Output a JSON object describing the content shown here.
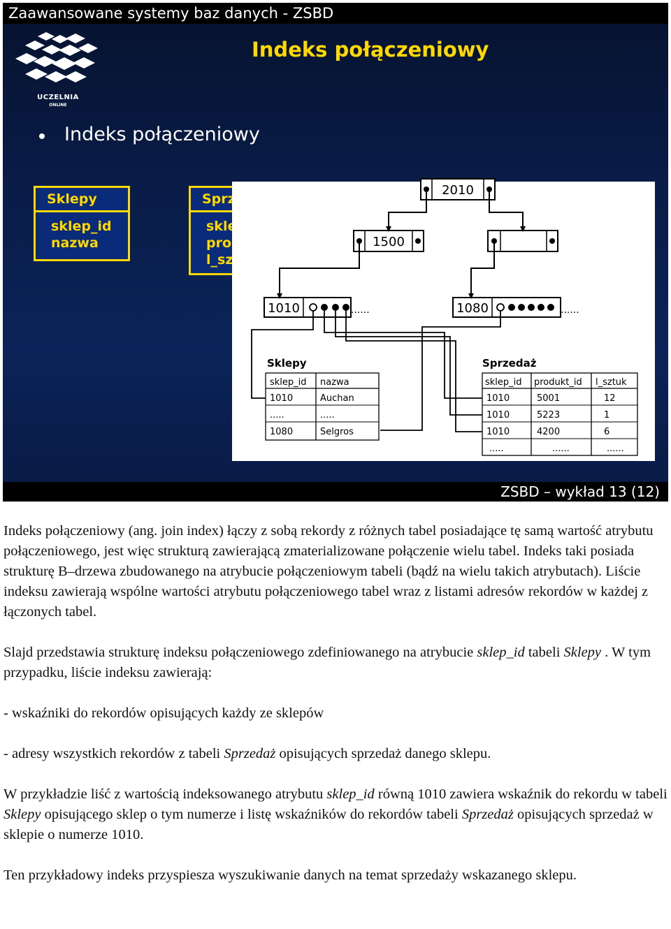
{
  "slide": {
    "header_title": "Zaawansowane systemy baz danych - ZSBD",
    "title": "Indeks połączeniowy",
    "logo_text": "UCZELNIA",
    "logo_sub": "ONLINE",
    "bullet": "Indeks połączeniowy",
    "footer": "ZSBD – wykład 13 (12)",
    "colors": {
      "background": "#0a1d4a",
      "accent": "#ffd800",
      "box_fill": "#0a2a7a"
    },
    "schema_boxes": [
      {
        "title": "Sklepy",
        "fields": [
          "sklep_id",
          "nazwa"
        ]
      },
      {
        "title": "Sprzedaż",
        "fields": [
          "sklep_id",
          "produkt_id",
          "l_sztuk"
        ]
      }
    ],
    "btree": {
      "root_key": "2010",
      "inner_key": "1500",
      "leaf_left_key": "1010",
      "leaf_right_key": "1080",
      "leaf_ellipsis": "......"
    },
    "tables": {
      "sklepy": {
        "title": "Sklepy",
        "columns": [
          "sklep_id",
          "nazwa"
        ],
        "rows": [
          [
            "1010",
            "Auchan"
          ],
          [
            ".....",
            "....."
          ],
          [
            "1080",
            "Selgros"
          ]
        ]
      },
      "sprzedaz": {
        "title": "Sprzedaż",
        "columns": [
          "sklep_id",
          "produkt_id",
          "l_sztuk"
        ],
        "rows": [
          [
            "1010",
            "5001",
            "12"
          ],
          [
            "1010",
            "5223",
            "1"
          ],
          [
            "1010",
            "4200",
            "6"
          ],
          [
            ".....",
            "......",
            "......"
          ]
        ]
      }
    }
  },
  "text": {
    "p1": "Indeks połączeniowy (ang. join index) łączy z sobą rekordy z różnych tabel posiadające tę samą wartość atrybutu połączeniowego, jest więc strukturą zawierającą zmaterializowane połączenie wielu tabel. Indeks taki posiada strukturę B–drzewa zbudowanego na atrybucie połączeniowym tabeli (bądź na wielu takich atrybutach). Liście indeksu zawierają wspólne wartości atrybutu połączeniowego tabel wraz z listami adresów rekordów w każdej z łączonych tabel.",
    "p2_a": "Slajd przedstawia strukturę indeksu połączeniowego zdefiniowanego na atrybucie ",
    "p2_b": "sklep_id",
    "p2_c": " tabeli ",
    "p2_d": "Sklepy",
    "p2_e": " . W tym przypadku, liście indeksu zawierają:",
    "p3": "- wskaźniki do rekordów opisujących każdy ze sklepów",
    "p4_a": "- adresy wszystkich rekordów z tabeli ",
    "p4_b": "Sprzedaż",
    "p4_c": " opisujących sprzedaż danego sklepu.",
    "p5_a": "W przykładzie liść z wartością indeksowanego atrybutu ",
    "p5_b": "sklep_id",
    "p5_c": " równą 1010 zawiera wskaźnik do rekordu w tabeli ",
    "p5_d": "Sklepy",
    "p5_e": " opisującego sklep o tym numerze i listę wskaźników do rekordów tabeli ",
    "p5_f": "Sprzedaż",
    "p5_g": " opisujących sprzedaż w sklepie o numerze 1010.",
    "p6": "Ten przykładowy indeks przyspiesza wyszukiwanie danych na temat sprzedaży wskazanego sklepu."
  }
}
